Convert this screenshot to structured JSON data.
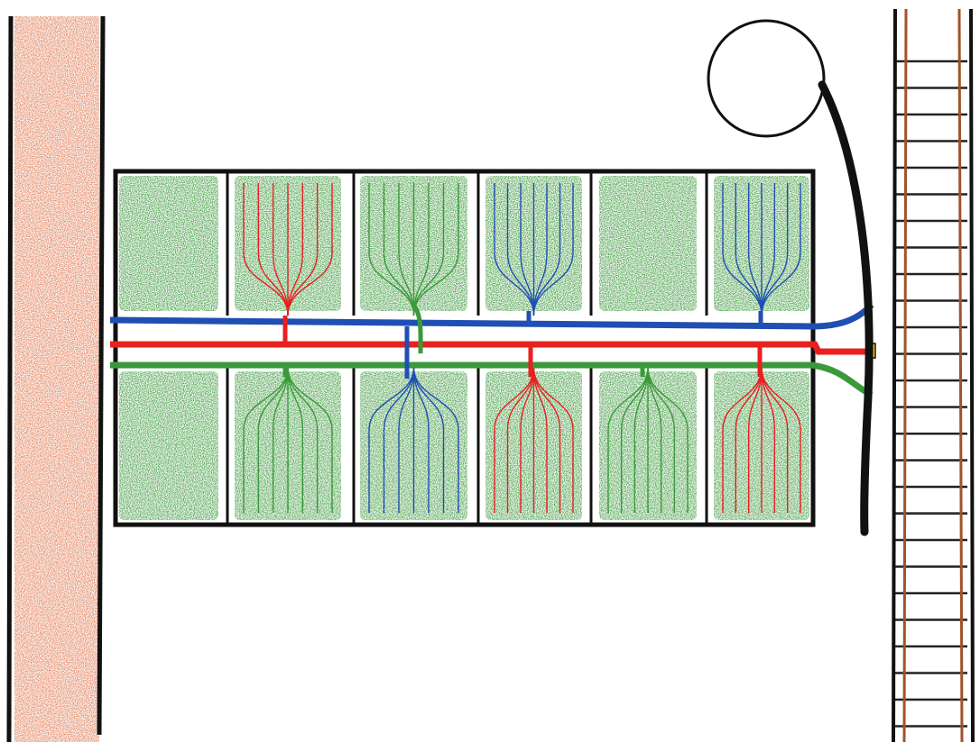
{
  "colors": {
    "background": "#ffffff",
    "outline": "#111111",
    "road_fill": "#e07a52",
    "field_fill": "#3f9a3f",
    "pipe_blue": "#1f4fb3",
    "pipe_red": "#e82020",
    "pipe_green": "#3a9a3a",
    "connector_yellow": "#f2d21a",
    "rail_brown": "#a0532a",
    "rail_tie": "#222222"
  },
  "diagram": {
    "road": {
      "icon": "road-strip"
    },
    "field_rows": [
      [
        {
          "planted": false,
          "root_color": "none"
        },
        {
          "planted": true,
          "root_color": "pipe_red"
        },
        {
          "planted": true,
          "root_color": "pipe_green"
        },
        {
          "planted": true,
          "root_color": "pipe_blue"
        },
        {
          "planted": false,
          "root_color": "none"
        },
        {
          "planted": true,
          "root_color": "pipe_blue"
        }
      ],
      [
        {
          "planted": false,
          "root_color": "none"
        },
        {
          "planted": true,
          "root_color": "pipe_green"
        },
        {
          "planted": true,
          "root_color": "pipe_blue"
        },
        {
          "planted": true,
          "root_color": "pipe_red"
        },
        {
          "planted": true,
          "root_color": "pipe_green"
        },
        {
          "planted": true,
          "root_color": "pipe_red"
        }
      ]
    ],
    "pipes": [
      "pipe_blue",
      "pipe_red",
      "pipe_green"
    ],
    "reservoir": {
      "icon": "circle-pond"
    },
    "railway": {
      "icon": "railway-track"
    }
  }
}
